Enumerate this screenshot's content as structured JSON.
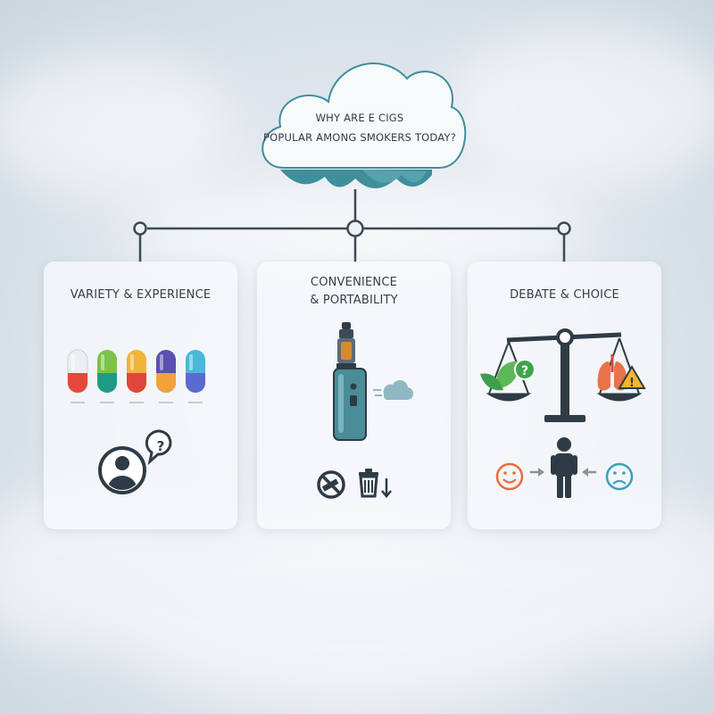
{
  "header": {
    "line1": "WHY ARE E CIGS",
    "line2": "POPULAR AMONG SMOKERS TODAY?"
  },
  "cards": [
    {
      "title": "VARIETY & EXPERIENCE",
      "icons": [
        "flavor-capsules-icon",
        "user-question-icon"
      ]
    },
    {
      "title_line1": "CONVENIENCE",
      "title_line2": "& PORTABILITY",
      "icons": [
        "vape-device-icon",
        "vapor-cloud-icon",
        "no-smoking-icon",
        "trash-bin-icon"
      ]
    },
    {
      "title": "DEBATE & CHOICE",
      "icons": [
        "balance-scale-icon",
        "leaf-question-icon",
        "lungs-warning-icon",
        "person-icon",
        "happy-face-icon",
        "sad-face-icon"
      ]
    }
  ],
  "colors": {
    "accent_teal": "#3f8e9c",
    "capsules": [
      "#e5483a",
      "#1f9a86",
      "#e0463a",
      "#f2a23a",
      "#5a6bd0"
    ]
  }
}
